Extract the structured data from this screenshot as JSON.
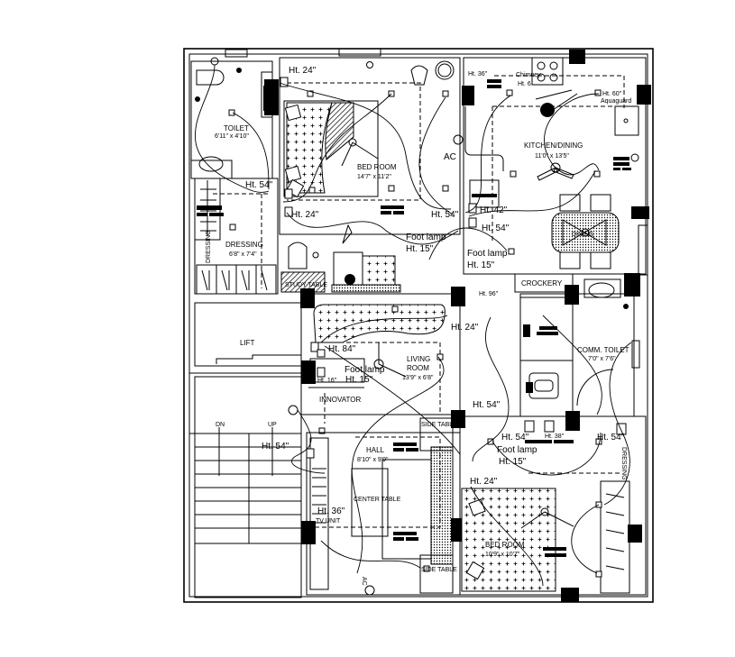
{
  "drawing": {
    "type": "electrical floor plan",
    "rooms": {
      "toilet": {
        "name": "TOILET",
        "size": "6'11\" x 4'10\""
      },
      "bedroom1": {
        "name": "BED ROOM",
        "size": "14'7\" x 11'2\""
      },
      "kitchen": {
        "name": "KITCHEN/DINING",
        "size": "11'0\" x 13'5\""
      },
      "dressing1": {
        "name": "DRESSING",
        "size": "6'8\" x 7'4\""
      },
      "lift": {
        "name": "LIFT"
      },
      "living": {
        "name": "LIVING",
        "name2": "ROOM",
        "size": "13'9\" x 6'8\""
      },
      "comm_toilet": {
        "name": "COMM. TOILET",
        "size": "7'0\" x 7'6\""
      },
      "hall": {
        "name": "HALL",
        "size": "8'10\" x 9'9\""
      },
      "bedroom2": {
        "name": "BED ROOM",
        "size": "10'9\" x 10'7\""
      },
      "innovator": {
        "name": "INNOVATOR"
      },
      "crockery": {
        "name": "CROCKERY"
      }
    },
    "furniture": {
      "dress_vertical1": "DRESSING",
      "dress_vertical2": "DRESSING",
      "study_table": "STUDY TABLE",
      "centre_table": "CENTER TABLE",
      "side_table1": "SIDE TABLE",
      "side_table2": "SIDE TABLE",
      "dining": "DINING",
      "tv_unit": "TV UNIT",
      "ac1": "AC",
      "ac2": "AC",
      "chimney": "Chimney"
    },
    "stairs": {
      "dn": "DN",
      "up": "UP"
    },
    "annotations": {
      "ht24_a": "Ht. 24\"",
      "ht54_a": "Ht. 54\"",
      "ht24_b": "Ht. 24\"",
      "ht54_b": "Ht. 54\"",
      "ht42": "Ht. 42\"",
      "ht54_c": "Ht. 54\"",
      "foot_lamp_a": "Foot lamp",
      "foot_ht15_a": "Ht. 15\"",
      "foot_lamp_b": "Foot lamp",
      "foot_ht15_b": "Ht. 15\"",
      "ht36_k": "Ht. 36\"",
      "ht_k6": "Ht. 6",
      "ht60": "Ht. 60\"",
      "aquaguard": "Aquaguard",
      "ht96": "Ht. 96\"",
      "ht24_c": "Ht. 24\"",
      "ht84": "Ht. 84\"",
      "foot_lamp_c": "Foot lamp",
      "ht16": "Ht. 16\"",
      "ht15_c": "Ht. 15\"",
      "ht54_d": "Ht. 54\"",
      "ht54_e": "Ht. 54\"",
      "ht54_f": "Ht. 54\"",
      "ht38": "Ht. 38\"",
      "ht54_g": "Ht. 54\"",
      "foot_lamp_d": "Foot lamp",
      "foot_ht15_d": "Ht. 15\"",
      "ht24_d": "Ht. 24\"",
      "ht36_h": "Ht. 36\""
    }
  }
}
